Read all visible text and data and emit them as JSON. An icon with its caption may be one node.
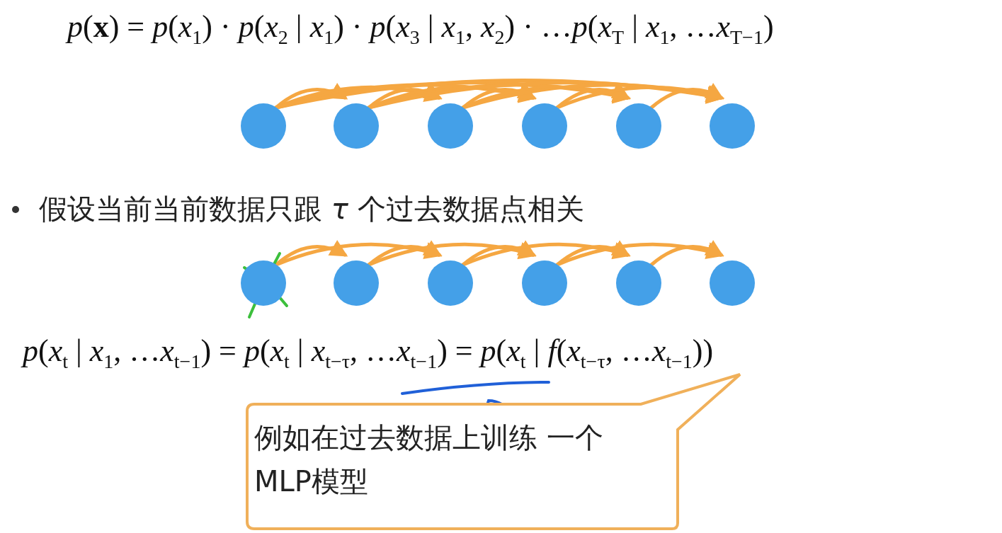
{
  "diagram": {
    "nodes": [
      {
        "text": [],
        "shape": "circle"
      },
      {
        "text": [],
        "shape": "circle"
      },
      {
        "text": [],
        "shape": "circle"
      },
      {
        "text": [],
        "shape": "circle"
      },
      {
        "text": [],
        "shape": "circle"
      },
      {
        "text": [],
        "shape": "circle"
      },
      {
        "text": [],
        "shape": "circle"
      },
      {
        "text": [],
        "shape": "circle"
      },
      {
        "text": [],
        "shape": "circle"
      },
      {
        "text": [],
        "shape": "circle"
      },
      {
        "text": [],
        "shape": "circle"
      },
      {
        "text": [],
        "shape": "circle"
      },
      {
        "text": [
          "例如在过去数据上训练 一个MLP模型"
        ]
      }
    ],
    "edges": [
      {
        "from": 0,
        "to": 1,
        "arrow": "to"
      },
      {
        "from": 0,
        "to": 2,
        "arrow": "to"
      },
      {
        "from": 0,
        "to": 3,
        "arrow": "to"
      },
      {
        "from": 0,
        "to": 4,
        "arrow": "to"
      },
      {
        "from": 0,
        "to": 5,
        "arrow": "to"
      },
      {
        "from": 1,
        "to": 2,
        "arrow": "to"
      },
      {
        "from": 1,
        "to": 3,
        "arrow": "to"
      },
      {
        "from": 1,
        "to": 4,
        "arrow": "to"
      },
      {
        "from": 1,
        "to": 5,
        "arrow": "to"
      },
      {
        "from": 2,
        "to": 3,
        "arrow": "to"
      },
      {
        "from": 2,
        "to": 4,
        "arrow": "to"
      },
      {
        "from": 2,
        "to": 5,
        "arrow": "to"
      },
      {
        "from": 3,
        "to": 4,
        "arrow": "to"
      },
      {
        "from": 3,
        "to": 5,
        "arrow": "to"
      },
      {
        "from": 4,
        "to": 5,
        "arrow": "to"
      },
      {
        "from": 6,
        "to": 7,
        "arrow": "to"
      },
      {
        "from": 6,
        "to": 8,
        "arrow": "to"
      },
      {
        "from": 7,
        "to": 8,
        "arrow": "to"
      },
      {
        "from": 7,
        "to": 9,
        "arrow": "to"
      },
      {
        "from": 8,
        "to": 9,
        "arrow": "to"
      },
      {
        "from": 8,
        "to": 10,
        "arrow": "to"
      },
      {
        "from": 9,
        "to": 10,
        "arrow": "to"
      },
      {
        "from": 9,
        "to": 11,
        "arrow": "to"
      },
      {
        "from": 10,
        "to": 11,
        "arrow": "to"
      }
    ],
    "labels": [
      "*p*(**x**) = *p*(*x*$_{1}$) · *p*(*x*$_{2}$ | *x*$_{1}$) · *p*(*x*$_{3}$ | *x*$_{1}$, *x*$_{2}$) · …*p*(*x*$_{T}$ | *x*$_{1}$, …*x*$_{T−1}$)",
      "假设当前当前数据只跟 *τ* 个过去数据点相关",
      "*p*(*x*$_{t}$ | *x*$_{1}$, …*x*$_{t−1}$) = *p*(*x*$_{t}$ | *x*$_{t−τ}$, …*x*$_{t−1}$) = *p*(*x*$_{t}$ | *f*(*x*$_{t−τ}$, …*x*$_{t−1}$))"
    ]
  }
}
